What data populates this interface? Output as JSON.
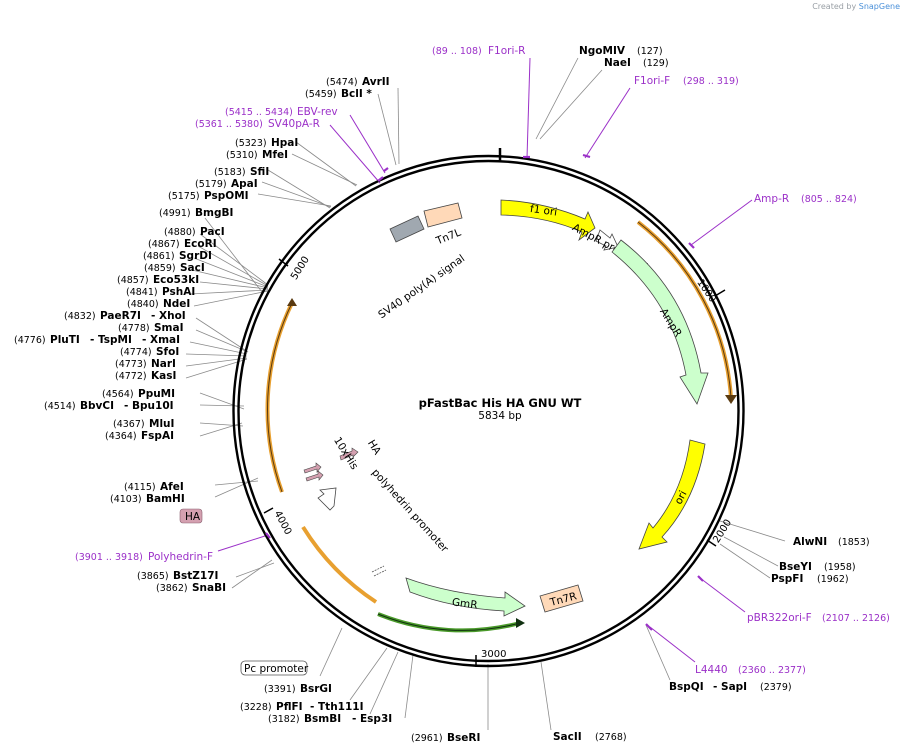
{
  "credit": {
    "prefix": "Created by",
    "brand": "SnapGene"
  },
  "title": "pFastBac His HA GNU WT",
  "size_label": "5834 bp",
  "ticks": [
    "1000",
    "2000",
    "3000",
    "4000",
    "5000"
  ],
  "features": {
    "f1ori": "f1 ori",
    "ampr_promoter": "AmpR promoter",
    "ampr": "AmpR",
    "ori": "ori",
    "gmr": "GmR",
    "tn7r": "Tn7R",
    "tn7l": "Tn7L",
    "sv40": "SV40 poly(A) signal",
    "polyhedrin": "polyhedrin promoter",
    "his": "10xHis",
    "ha": "HA",
    "ha_box": "HA",
    "pc_promoter": "Pc promoter"
  },
  "primers": [
    {
      "name": "F1ori-R",
      "pos": "(89 .. 108)"
    },
    {
      "name": "F1ori-F",
      "pos": "(298 .. 319)"
    },
    {
      "name": "Amp-R",
      "pos": "(805 .. 824)"
    },
    {
      "name": "pBR322ori-F",
      "pos": "(2107 .. 2126)"
    },
    {
      "name": "L4440",
      "pos": "(2360 .. 2377)"
    },
    {
      "name": "Polyhedrin-F",
      "pos": "(3901 .. 3918)"
    },
    {
      "name": "SV40pA-R",
      "pos": "(5361 .. 5380)"
    },
    {
      "name": "EBV-rev",
      "pos": "(5415 .. 5434)"
    }
  ],
  "enzymes_right": [
    {
      "name": "NgoMIV",
      "pos": "(127)"
    },
    {
      "name": "NaeI",
      "pos": "(129)"
    },
    {
      "name": "AlwNI",
      "pos": "(1853)"
    },
    {
      "name": "BseYI",
      "pos": "(1958)"
    },
    {
      "name": "PspFI",
      "pos": "(1962)"
    },
    {
      "name": "BspQI",
      "pos": ""
    },
    {
      "name": "- SapI",
      "pos": "(2379)"
    },
    {
      "name": "SacII",
      "pos": "(2768)"
    }
  ],
  "enzymes_left": [
    {
      "name": "AvrII",
      "pos": "(5474)"
    },
    {
      "name": "BclI *",
      "pos": "(5459)"
    },
    {
      "name": "HpaI",
      "pos": "(5323)"
    },
    {
      "name": "MfeI",
      "pos": "(5310)"
    },
    {
      "name": "SfiI",
      "pos": "(5183)"
    },
    {
      "name": "ApaI",
      "pos": "(5179)"
    },
    {
      "name": "PspOMI",
      "pos": "(5175)"
    },
    {
      "name": "BmgBI",
      "pos": "(4991)"
    },
    {
      "name": "PacI",
      "pos": "(4880)"
    },
    {
      "name": "EcoRI",
      "pos": "(4867)"
    },
    {
      "name": "SgrDI",
      "pos": "(4861)"
    },
    {
      "name": "SacI",
      "pos": "(4859)"
    },
    {
      "name": "Eco53kI",
      "pos": "(4857)"
    },
    {
      "name": "PshAI",
      "pos": "(4841)"
    },
    {
      "name": "NdeI",
      "pos": "(4840)"
    },
    {
      "name": "PaeR7I",
      "pos": "(4832)",
      "extra": "- XhoI"
    },
    {
      "name": "SmaI",
      "pos": "(4778)"
    },
    {
      "name": "PluTI",
      "pos": "(4776)",
      "extra": "- TspMI",
      "extra2": "- XmaI"
    },
    {
      "name": "SfoI",
      "pos": "(4774)"
    },
    {
      "name": "NarI",
      "pos": "(4773)"
    },
    {
      "name": "KasI",
      "pos": "(4772)"
    },
    {
      "name": "PpuMI",
      "pos": "(4564)"
    },
    {
      "name": "BbvCI",
      "pos": "(4514)",
      "extra": "- Bpu10I"
    },
    {
      "name": "MluI",
      "pos": "(4367)"
    },
    {
      "name": "FspAI",
      "pos": "(4364)"
    },
    {
      "name": "AfeI",
      "pos": "(4115)"
    },
    {
      "name": "BamHI",
      "pos": "(4103)"
    },
    {
      "name": "BstZ17I",
      "pos": "(3865)"
    },
    {
      "name": "SnaBI",
      "pos": "(3862)"
    },
    {
      "name": "BsrGI",
      "pos": "(3391)"
    },
    {
      "name": "PflFI",
      "pos": "(3228)",
      "extra": "- Tth111I"
    },
    {
      "name": "BsmBI",
      "pos": "(3182)",
      "extra": "- Esp3I"
    },
    {
      "name": "BseRI",
      "pos": "(2961)"
    }
  ],
  "colors": {
    "backbone": "#000000",
    "f1ori": "#ffff00",
    "ori": "#ffff00",
    "ampr": "#ccffcc",
    "gmr": "#ccffcc",
    "tn7": "#ffd9b8",
    "sv40": "#a0a8b0",
    "ha": "#d4a0b0",
    "primer": "#9b30c8",
    "orf": "#e8a030",
    "leader": "#808080"
  }
}
